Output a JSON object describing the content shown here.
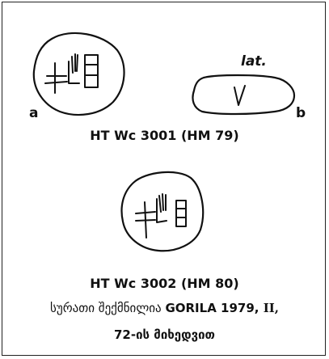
{
  "labels": {
    "a": "a",
    "b": "b",
    "lat": "lat."
  },
  "captions": {
    "wc3001": "HT Wc 3001 (HM 79)",
    "wc3002": "HT Wc 3002 (HM 80)",
    "source_prefix": "სურათი შექმნილია ",
    "source_ref": "GORILA 1979,",
    "source_vol": " II,",
    "source_line2": "72-ის მიხედვით"
  },
  "colors": {
    "ink": "#111111",
    "frame": "#222222",
    "background": "#ffffff"
  }
}
